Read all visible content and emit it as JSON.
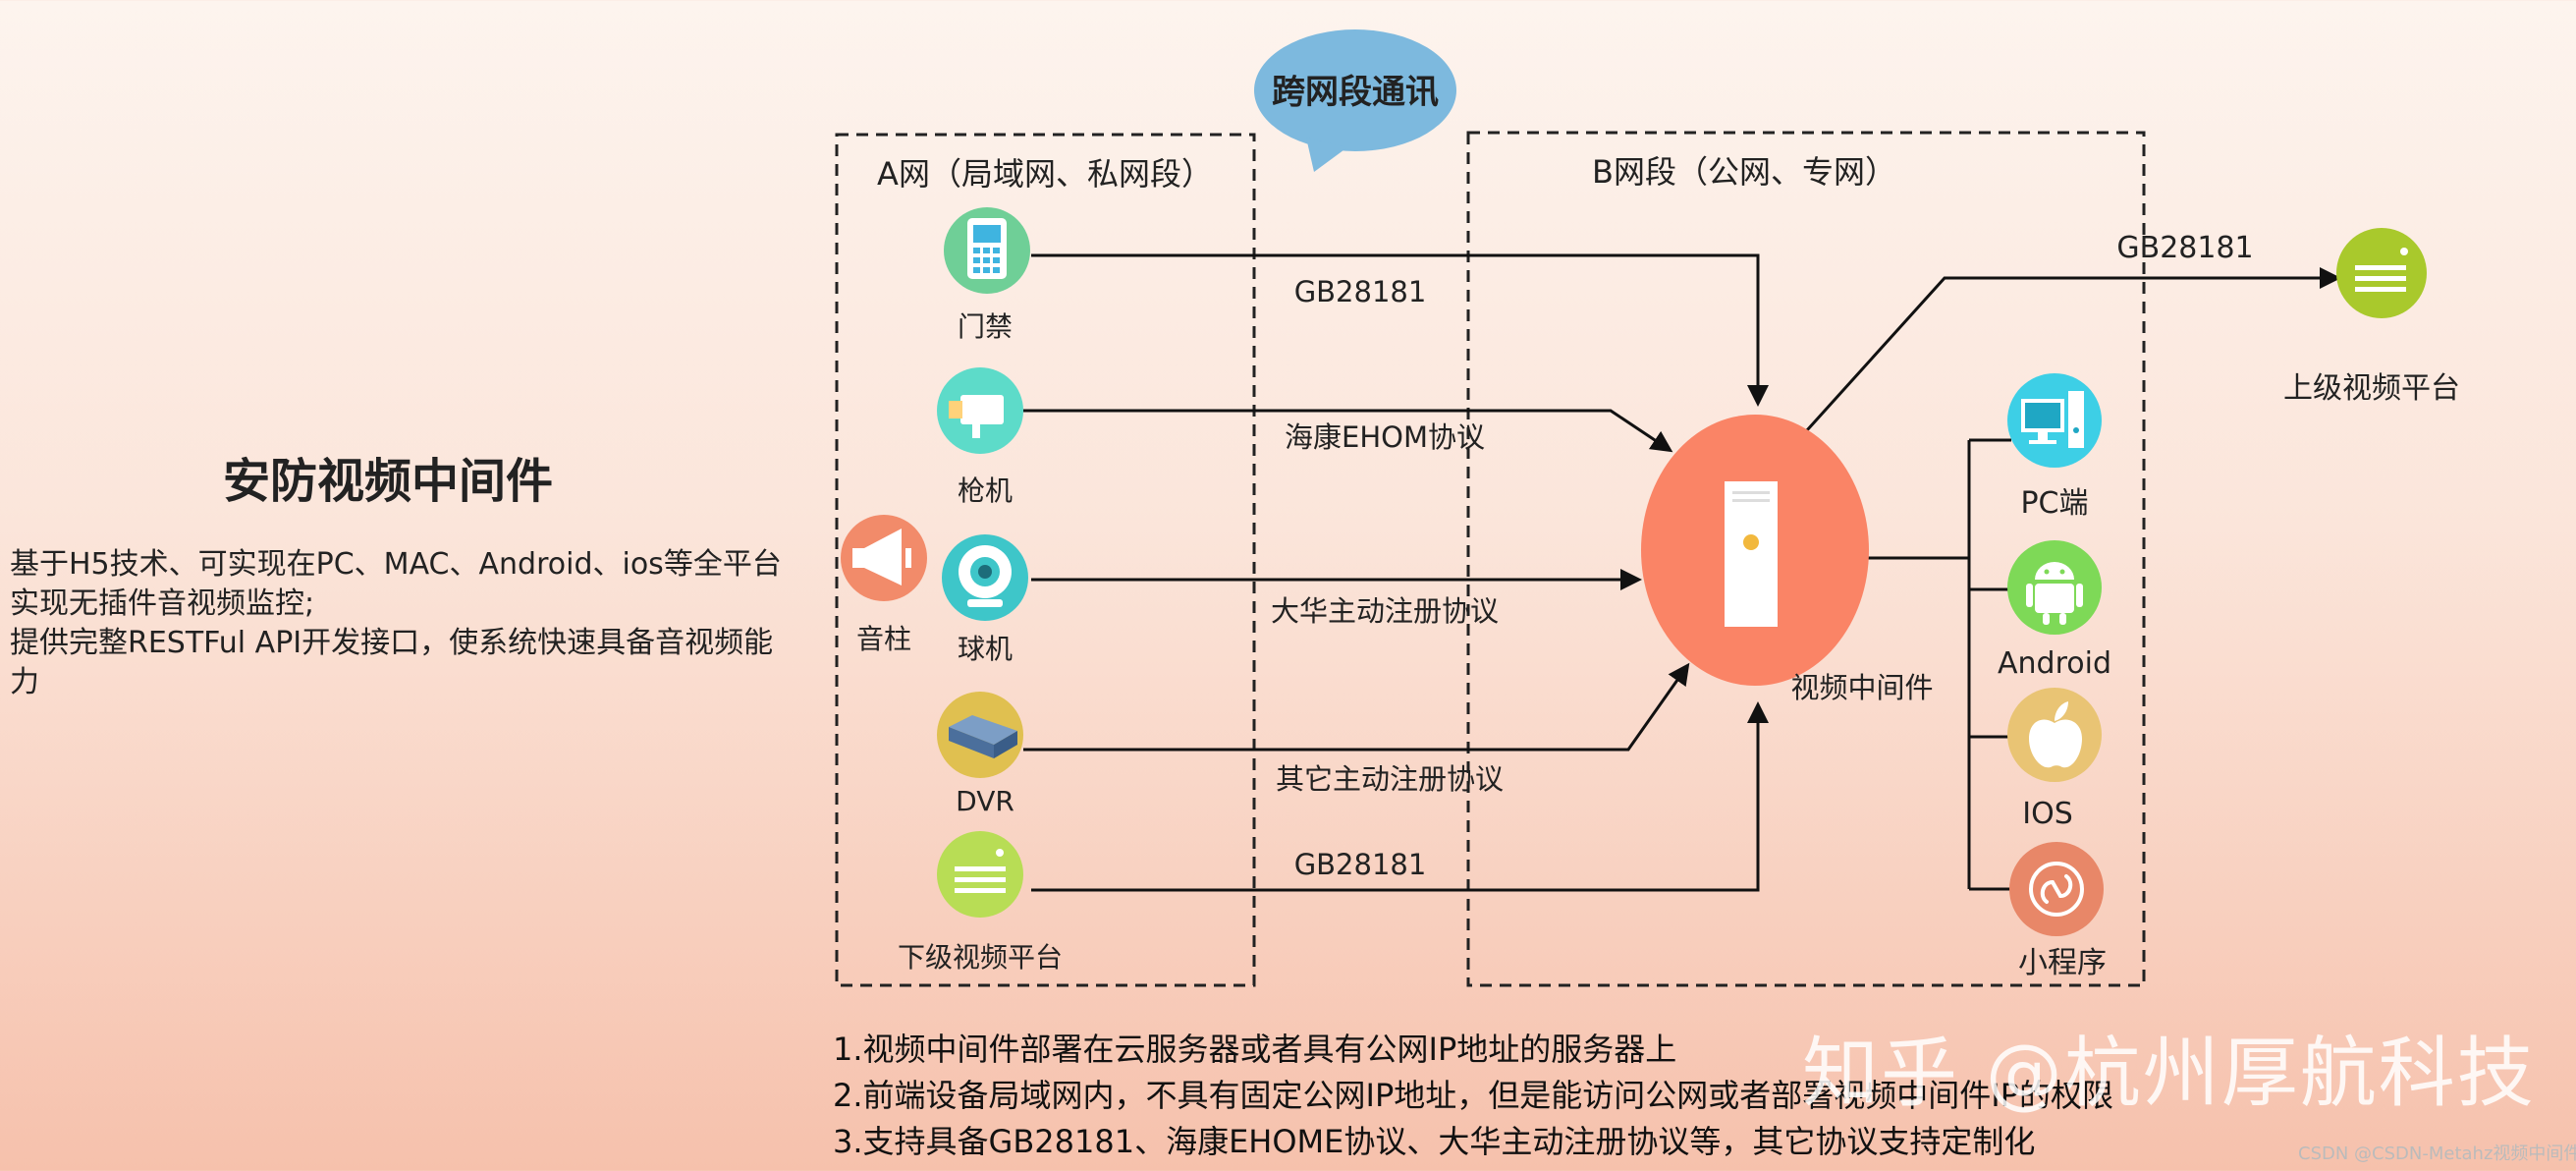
{
  "left_panel": {
    "title": "安防视频中间件",
    "description": [
      "基于H5技术、可实现在PC、MAC、Android、ios等全平台",
      "实现无插件音视频监控;",
      "提供完整RESTFul  API开发接口，使系统快速具备音视频能",
      "力"
    ]
  },
  "bubble_label": "跨网段通讯",
  "network_a": {
    "label": "A网（局域网、私网段）",
    "devices": [
      {
        "label": "门禁",
        "icon": "access-control-icon",
        "color": "#6fcf97"
      },
      {
        "label": "枪机",
        "icon": "bullet-camera-icon",
        "color": "#5ddbc9"
      },
      {
        "label": "球机",
        "icon": "dome-camera-icon",
        "color": "#3ec6c9"
      },
      {
        "label": "DVR",
        "icon": "dvr-icon",
        "color": "#e0c050"
      },
      {
        "label": "下级视频平台",
        "icon": "platform-icon",
        "color": "#b8dd55"
      }
    ]
  },
  "speaker": {
    "label": "音柱",
    "icon": "megaphone-icon",
    "color": "#f28b6a"
  },
  "network_b": {
    "label": "B网段（公网、专网）",
    "middleware_label": "视频中间件",
    "middleware_color": "#fa8466",
    "clients": [
      {
        "label": "PC端",
        "icon": "pc-icon",
        "color": "#3dcfe6"
      },
      {
        "label": "Android",
        "icon": "android-icon",
        "color": "#7ed957"
      },
      {
        "label": "IOS",
        "icon": "apple-icon",
        "color": "#e9c474"
      },
      {
        "label": "小程序",
        "icon": "mini-program-icon",
        "color": "#e88768"
      }
    ]
  },
  "protocols": [
    "GB28181",
    "海康EHOM协议",
    "大华主动注册协议",
    "其它主动注册协议",
    "GB28181"
  ],
  "upstream": {
    "protocol": "GB28181",
    "label": "上级视频平台",
    "icon": "platform-icon",
    "color": "#a9c92c"
  },
  "notes": [
    "1.视频中间件部署在云服务器或者具有公网IP地址的服务器上",
    "2.前端设备局域网内，不具有固定公网IP地址，但是能访问公网或者部署视频中间件IP的权限",
    "3.支持具备GB28181、海康EHOME协议、大华主动注册协议等，其它协议支持定制化"
  ],
  "watermark": "知乎 @杭州厚航科技",
  "credit": "CSDN @CSDN-Metahz视频中间件"
}
